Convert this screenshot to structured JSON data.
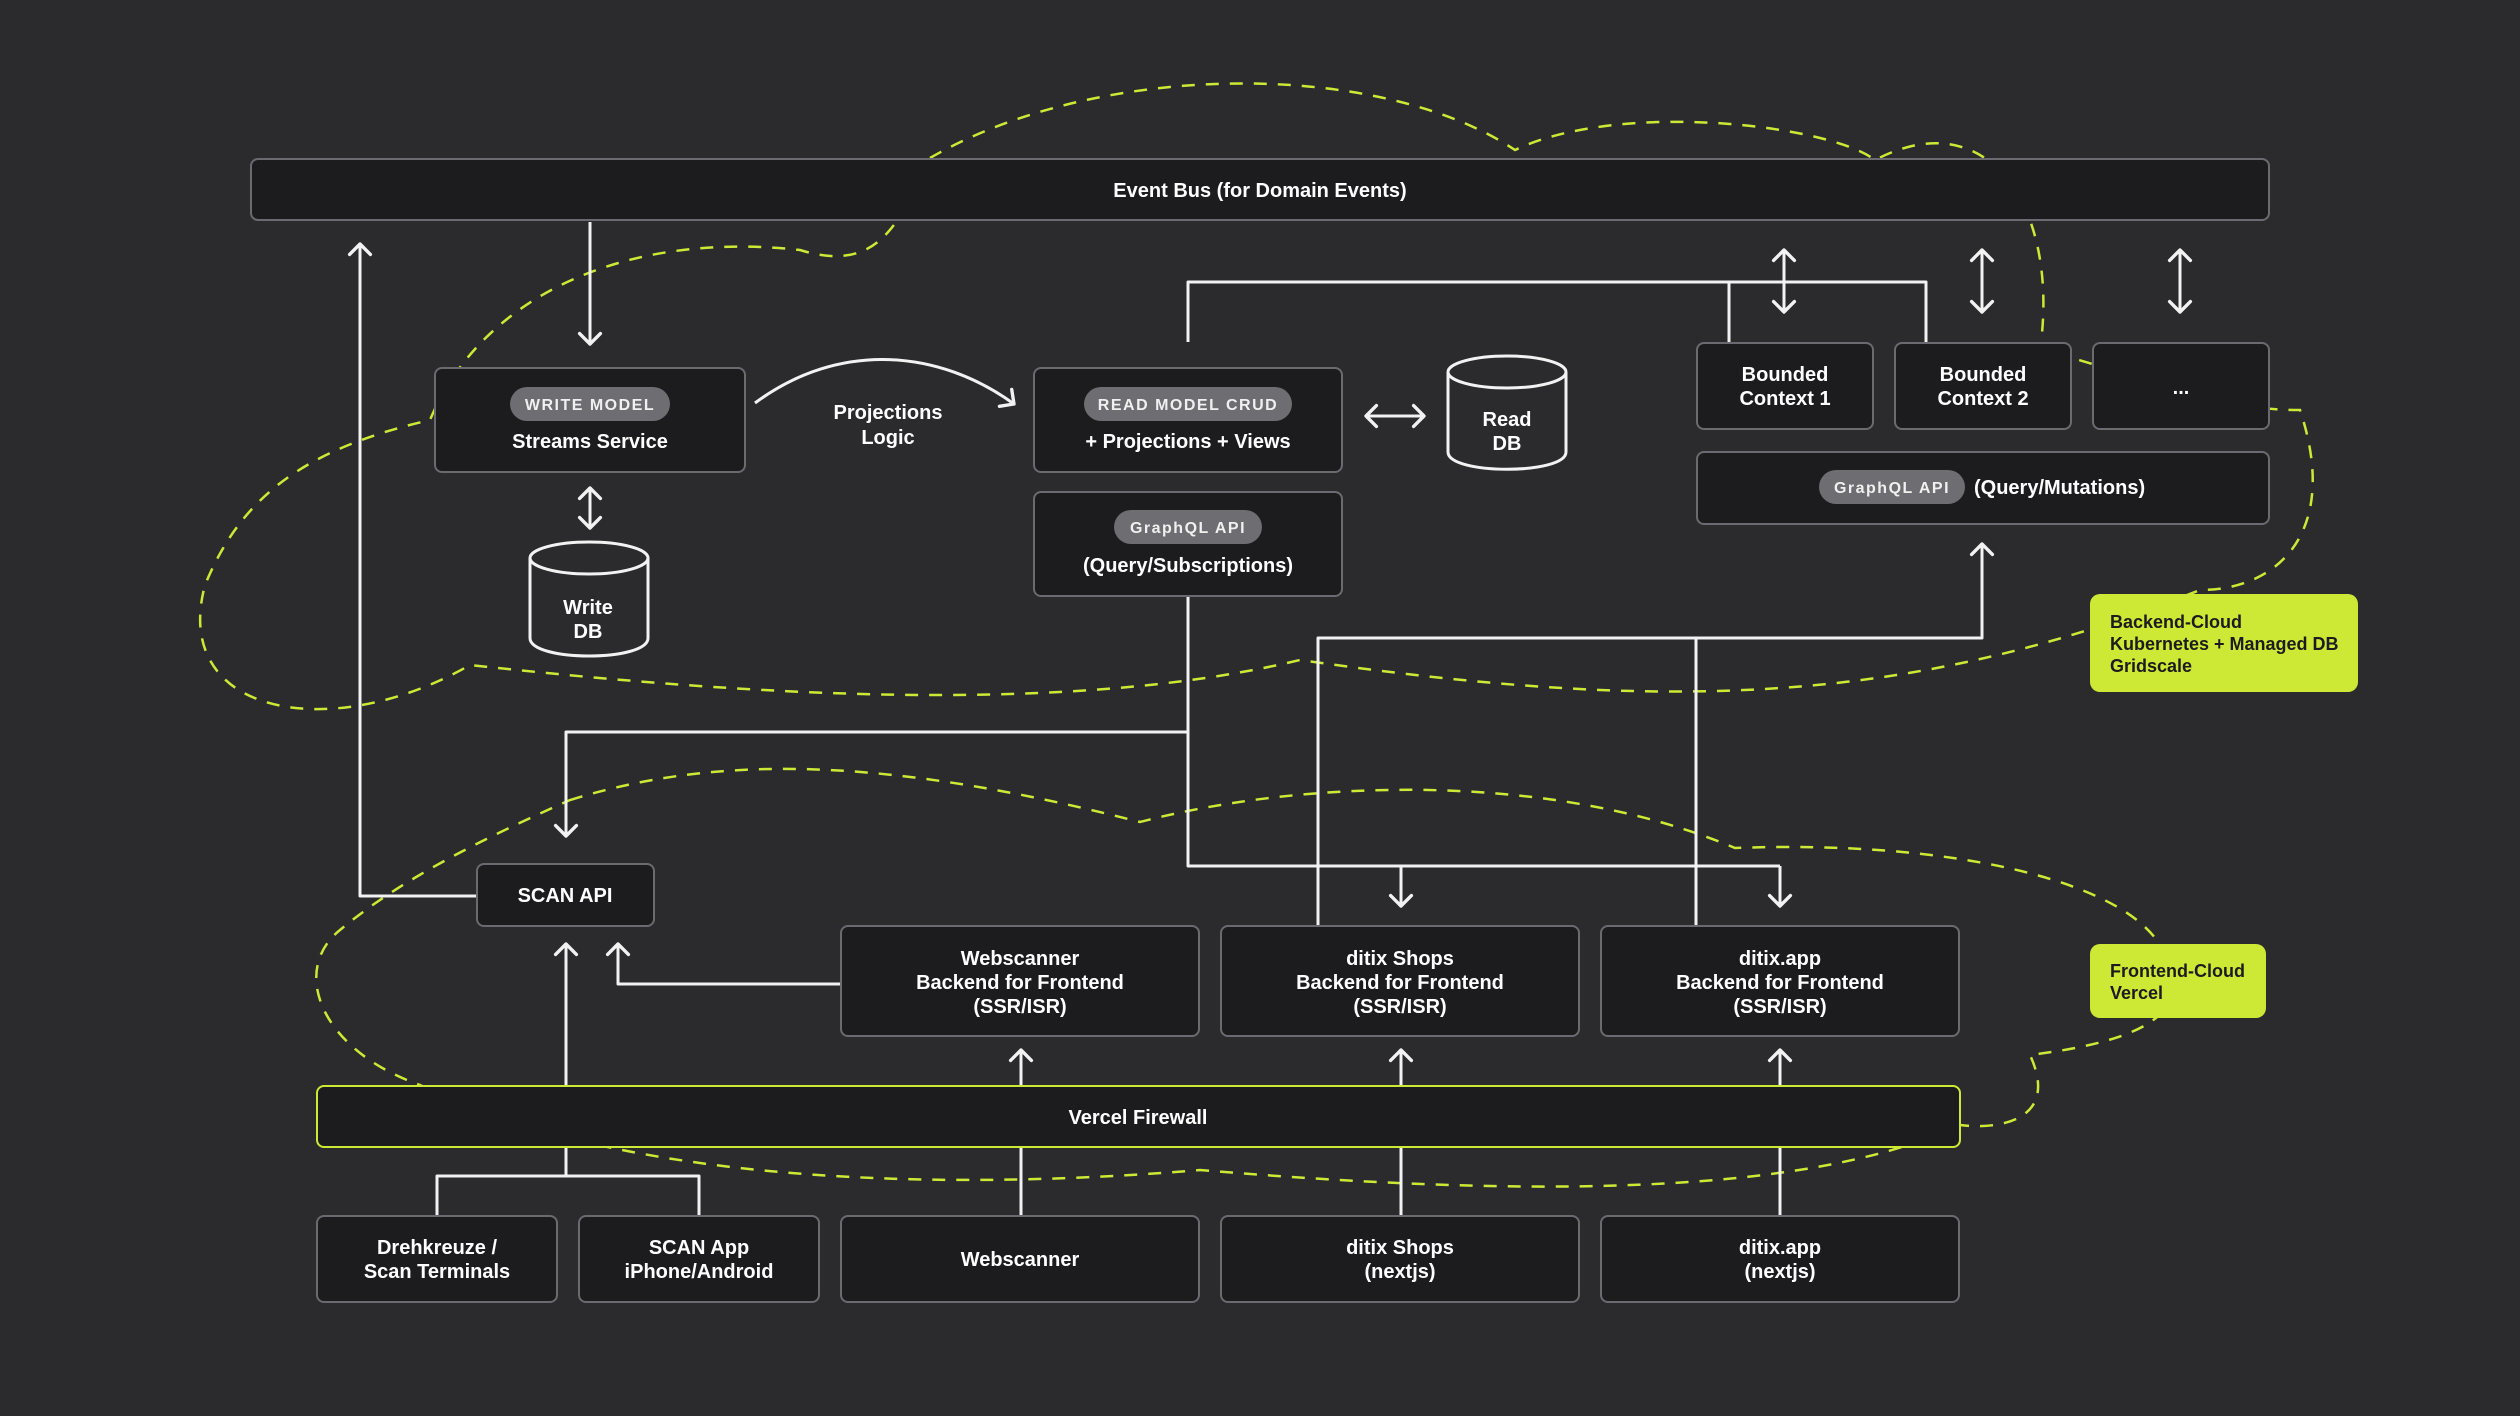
{
  "colors": {
    "background": "#2b2b2e",
    "box_fill": "#1c1c1e",
    "box_stroke": "#6a6a70",
    "line": "#f2f2f2",
    "accent": "#cde935",
    "pill": "#6d6d72"
  },
  "event_bus": {
    "label": "Event Bus (for Domain Events)"
  },
  "write_model": {
    "tag": "WRITE MODEL",
    "label": "Streams Service"
  },
  "projections": {
    "line1": "Projections",
    "line2": "Logic"
  },
  "read_model": {
    "tag": "READ MODEL CRUD",
    "label": "+ Projections + Views"
  },
  "read_db": {
    "line1": "Read",
    "line2": "DB"
  },
  "write_db": {
    "line1": "Write",
    "line2": "DB"
  },
  "graphql_sub": {
    "tag": "GraphQL API",
    "label": "(Query/Subscriptions)"
  },
  "bounded_1": {
    "line1": "Bounded",
    "line2": "Context 1"
  },
  "bounded_2": {
    "line1": "Bounded",
    "line2": "Context 2"
  },
  "bounded_more": {
    "label": "..."
  },
  "graphql_mut": {
    "tag": "GraphQL API",
    "label": "(Query/Mutations)"
  },
  "backend_cloud": {
    "line1": "Backend-Cloud",
    "line2": "Kubernetes + Managed DB",
    "line3": "Gridscale"
  },
  "frontend_cloud": {
    "line1": "Frontend-Cloud",
    "line2": "Vercel"
  },
  "scan_api": {
    "label": "SCAN API"
  },
  "bff_webscanner": {
    "line1": "Webscanner",
    "line2": "Backend for Frontend",
    "line3": "(SSR/ISR)"
  },
  "bff_shops": {
    "line1": "ditix Shops",
    "line2": "Backend for Frontend",
    "line3": "(SSR/ISR)"
  },
  "bff_app": {
    "line1": "ditix.app",
    "line2": "Backend for Frontend",
    "line3": "(SSR/ISR)"
  },
  "firewall": {
    "label": "Vercel Firewall"
  },
  "client_drehkreuze": {
    "line1": "Drehkreuze /",
    "line2": "Scan Terminals"
  },
  "client_scanapp": {
    "line1": "SCAN App",
    "line2": "iPhone/Android"
  },
  "client_webscanner": {
    "label": "Webscanner"
  },
  "client_shops": {
    "line1": "ditix Shops",
    "line2": "(nextjs)"
  },
  "client_app": {
    "line1": "ditix.app",
    "line2": "(nextjs)"
  }
}
